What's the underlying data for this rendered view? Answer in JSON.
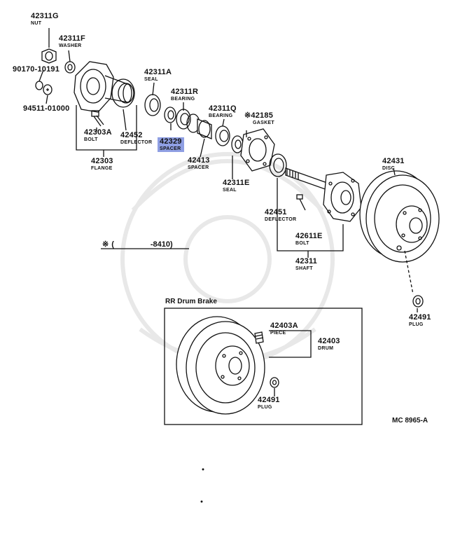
{
  "parts": {
    "nut": {
      "number": "42311G",
      "name": "NUT"
    },
    "washer": {
      "number": "42311F",
      "name": "WASHER"
    },
    "part_90170": {
      "number": "90170-10191"
    },
    "part_94511": {
      "number": "94511-01000"
    },
    "seal_a": {
      "number": "42311A",
      "name": "SEAL"
    },
    "bearing_r": {
      "number": "42311R",
      "name": "BEARING"
    },
    "bearing_q": {
      "number": "42311Q",
      "name": "BEARING"
    },
    "gasket": {
      "number": "42185",
      "name": "GASKET",
      "mark": "※"
    },
    "bolt_a": {
      "number": "42303A",
      "name": "BOLT"
    },
    "deflector_52": {
      "number": "42452",
      "name": "DEFLECTOR"
    },
    "spacer_29": {
      "number": "42329",
      "name": "SPACER"
    },
    "flange": {
      "number": "42303",
      "name": "FLANGE"
    },
    "spacer_13": {
      "number": "42413",
      "name": "SPACER"
    },
    "seal_e": {
      "number": "42311E",
      "name": "SEAL"
    },
    "disc": {
      "number": "42431",
      "name": "DISC"
    },
    "deflector_51": {
      "number": "42451",
      "name": "DEFLECTOR"
    },
    "bolt_e": {
      "number": "42611E",
      "name": "BOLT"
    },
    "shaft": {
      "number": "42311",
      "name": "SHAFT"
    },
    "plug_top": {
      "number": "42491",
      "name": "PLUG"
    },
    "piece": {
      "number": "42403A",
      "name": "PIECE"
    },
    "drum": {
      "number": "42403",
      "name": "DRUM"
    },
    "plug_inset": {
      "number": "42491",
      "name": "PLUG"
    }
  },
  "footnote": {
    "mark": "※",
    "open": "(",
    "range": "-8410)"
  },
  "inset_title": "RR Drum Brake",
  "diagram_code": "MC 8965-A",
  "highlight_color": "#8f9fe3"
}
